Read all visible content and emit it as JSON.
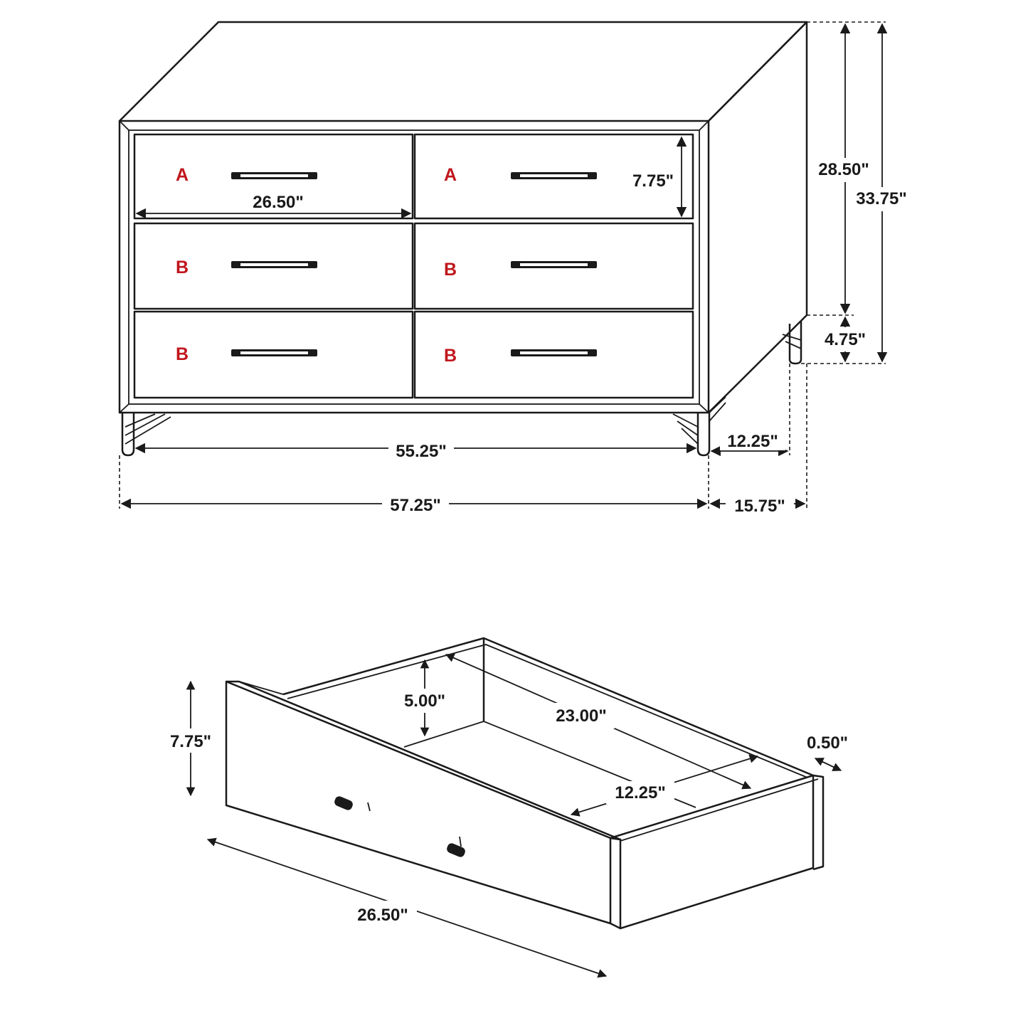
{
  "dresser": {
    "drawer_labels": {
      "top_left": "A",
      "top_right": "A",
      "mid_left": "B",
      "mid_right": "B",
      "bot_left": "B",
      "bot_right": "B"
    },
    "dimensions": {
      "drawer_width": "26.50\"",
      "drawer_height": "7.75\"",
      "case_height": "28.50\"",
      "total_height": "33.75\"",
      "leg_height": "4.75\"",
      "inner_width": "55.25\"",
      "total_width": "57.25\"",
      "inner_depth": "12.25\"",
      "total_depth": "15.75\""
    }
  },
  "drawer": {
    "dimensions": {
      "front_height": "7.75\"",
      "box_height": "5.00\"",
      "box_length": "23.00\"",
      "box_width": "12.25\"",
      "panel_thickness": "0.50\"",
      "front_width": "26.50\""
    }
  }
}
